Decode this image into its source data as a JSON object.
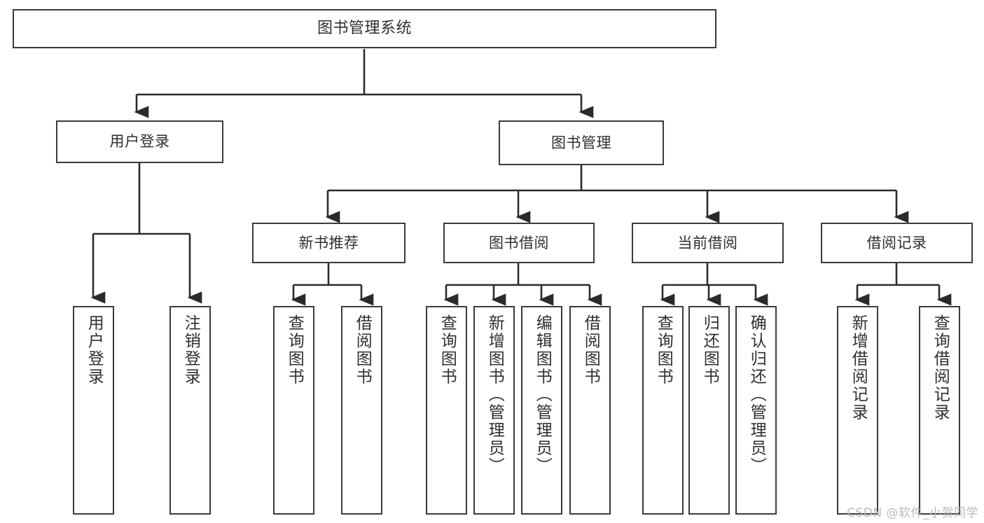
{
  "diagram": {
    "type": "hierarchy-tree",
    "title": "图书管理系统",
    "line_color": "#3b3b3b",
    "text_color": "#2f2f2f",
    "background": "#ffffff",
    "root": {
      "label": "图书管理系统"
    },
    "level1": [
      {
        "label": "用户登录"
      },
      {
        "label": "图书管理"
      }
    ],
    "level2": [
      {
        "label": "新书推荐"
      },
      {
        "label": "图书借阅"
      },
      {
        "label": "当前借阅"
      },
      {
        "label": "借阅记录"
      }
    ],
    "leaves": {
      "user_login": [
        {
          "label": "用户登录"
        },
        {
          "label": "注销登录"
        }
      ],
      "new_book_recommend": [
        {
          "label": "查询图书"
        },
        {
          "label": "借阅图书"
        }
      ],
      "book_borrow": [
        {
          "label": "查询图书"
        },
        {
          "label": "新增图书（管理员）"
        },
        {
          "label": "编辑图书（管理员）"
        },
        {
          "label": "借阅图书"
        }
      ],
      "current_borrow": [
        {
          "label": "查询图书"
        },
        {
          "label": "归还图书"
        },
        {
          "label": "确认归还（管理员）"
        }
      ],
      "borrow_record": [
        {
          "label": "新增借阅记录"
        },
        {
          "label": "查询借阅记录"
        }
      ]
    }
  },
  "watermark": {
    "text": "CSDN @软件_小贺同学"
  }
}
